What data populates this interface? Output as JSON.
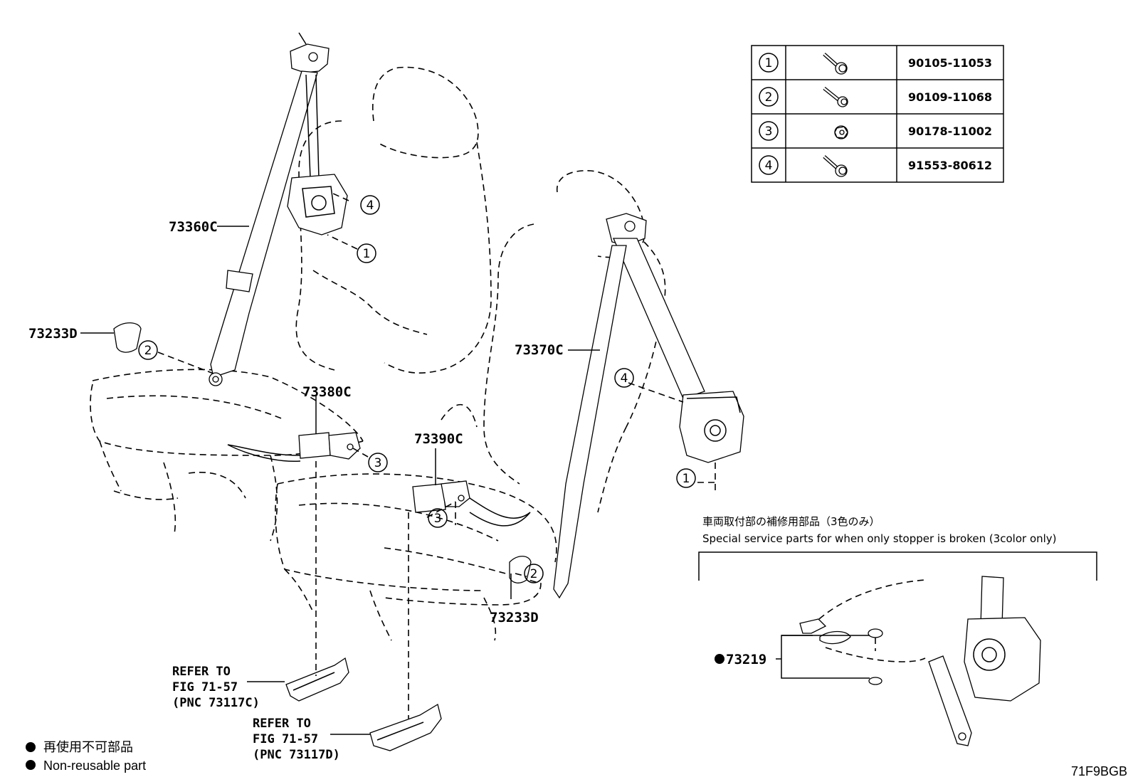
{
  "fasteners": [
    {
      "ref": "1",
      "part_no": "90105-11053",
      "icon": "flange-bolt-icon"
    },
    {
      "ref": "2",
      "part_no": "90109-11068",
      "icon": "shoulder-bolt-icon"
    },
    {
      "ref": "3",
      "part_no": "90178-11002",
      "icon": "flange-nut-icon"
    },
    {
      "ref": "4",
      "part_no": "91553-80612",
      "icon": "flange-bolt-icon"
    }
  ],
  "callouts": {
    "c73360": "73360C",
    "c73233_left": "73233D",
    "c73380": "73380C",
    "c73390": "73390C",
    "c73370": "73370C",
    "c73233_right": "73233D",
    "c73219": "73219"
  },
  "circled": {
    "one": "1",
    "two": "2",
    "three": "3",
    "four": "4"
  },
  "refer1": {
    "line1": "REFER TO",
    "line2": "FIG 71-57",
    "line3": "(PNC 73117C)"
  },
  "refer2": {
    "line1": "REFER TO",
    "line2": "FIG 71-57",
    "line3": "(PNC 73117D)"
  },
  "service_note": {
    "jp": "車両取付部の補修用部品（3色のみ）",
    "en": "Special service parts for when only stopper is broken (3color only)"
  },
  "legend": {
    "jp": "再使用不可部品",
    "en": "Non-reusable part"
  },
  "figure_code": "71F9BGB"
}
